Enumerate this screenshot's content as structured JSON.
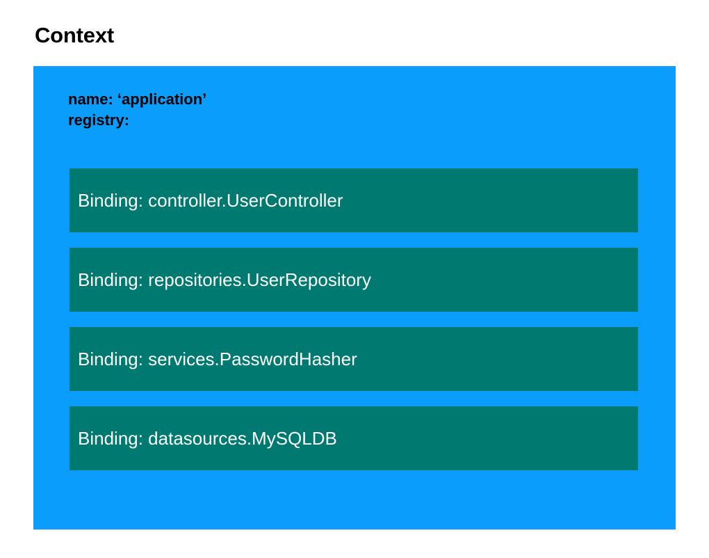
{
  "slide": {
    "title": "Context",
    "background_color": "#ffffff"
  },
  "context": {
    "box_color": "#0a9dfc",
    "properties": {
      "name_line": "name: ‘application’",
      "registry_line": "registry:"
    },
    "registry": {
      "item_color": "#007a70",
      "item_text_color": "#ffffff",
      "bindings": [
        {
          "label": "Binding: controller.UserController"
        },
        {
          "label": "Binding: repositories.UserRepository"
        },
        {
          "label": "Binding: services.PasswordHasher"
        },
        {
          "label": "Binding: datasources.MySQLDB"
        }
      ]
    }
  }
}
